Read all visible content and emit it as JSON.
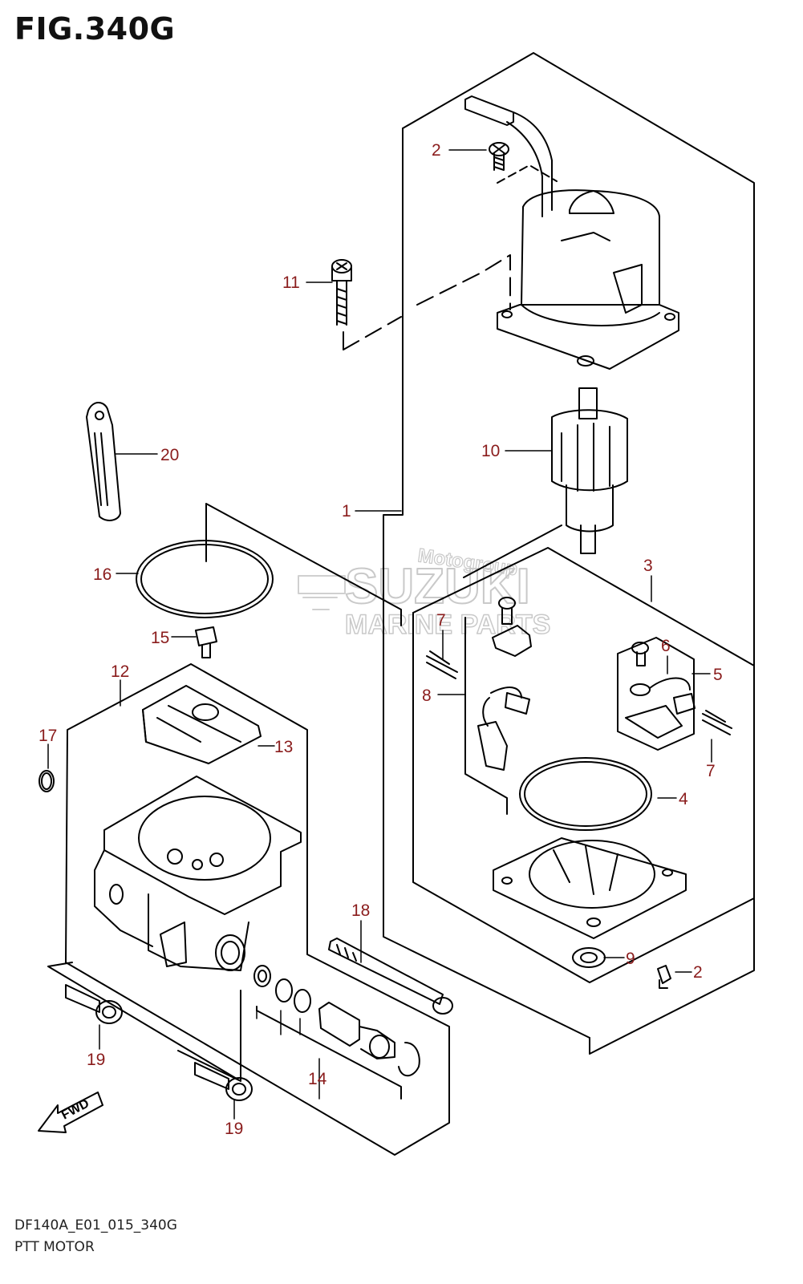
{
  "figure": {
    "title": "FIG.340G",
    "code": "DF140A_E01_015_340G",
    "caption": "PTT MOTOR"
  },
  "watermark": {
    "top": "Motogroup",
    "brand": "SUZUKI",
    "sub": "MARINE PARTS"
  },
  "fwd_label": "FWD",
  "callouts": {
    "c1": "1",
    "c2a": "2",
    "c2b": "2",
    "c3": "3",
    "c4": "4",
    "c5": "5",
    "c6": "6",
    "c7a": "7",
    "c7b": "7",
    "c8": "8",
    "c9": "9",
    "c10": "10",
    "c11": "11",
    "c12": "12",
    "c13": "13",
    "c14": "14",
    "c15": "15",
    "c16": "16",
    "c17": "17",
    "c18": "18",
    "c19a": "19",
    "c19b": "19",
    "c20": "20"
  },
  "colors": {
    "callout": "#8a1c1c",
    "line": "#000000",
    "watermark": "#c9c9c9"
  }
}
